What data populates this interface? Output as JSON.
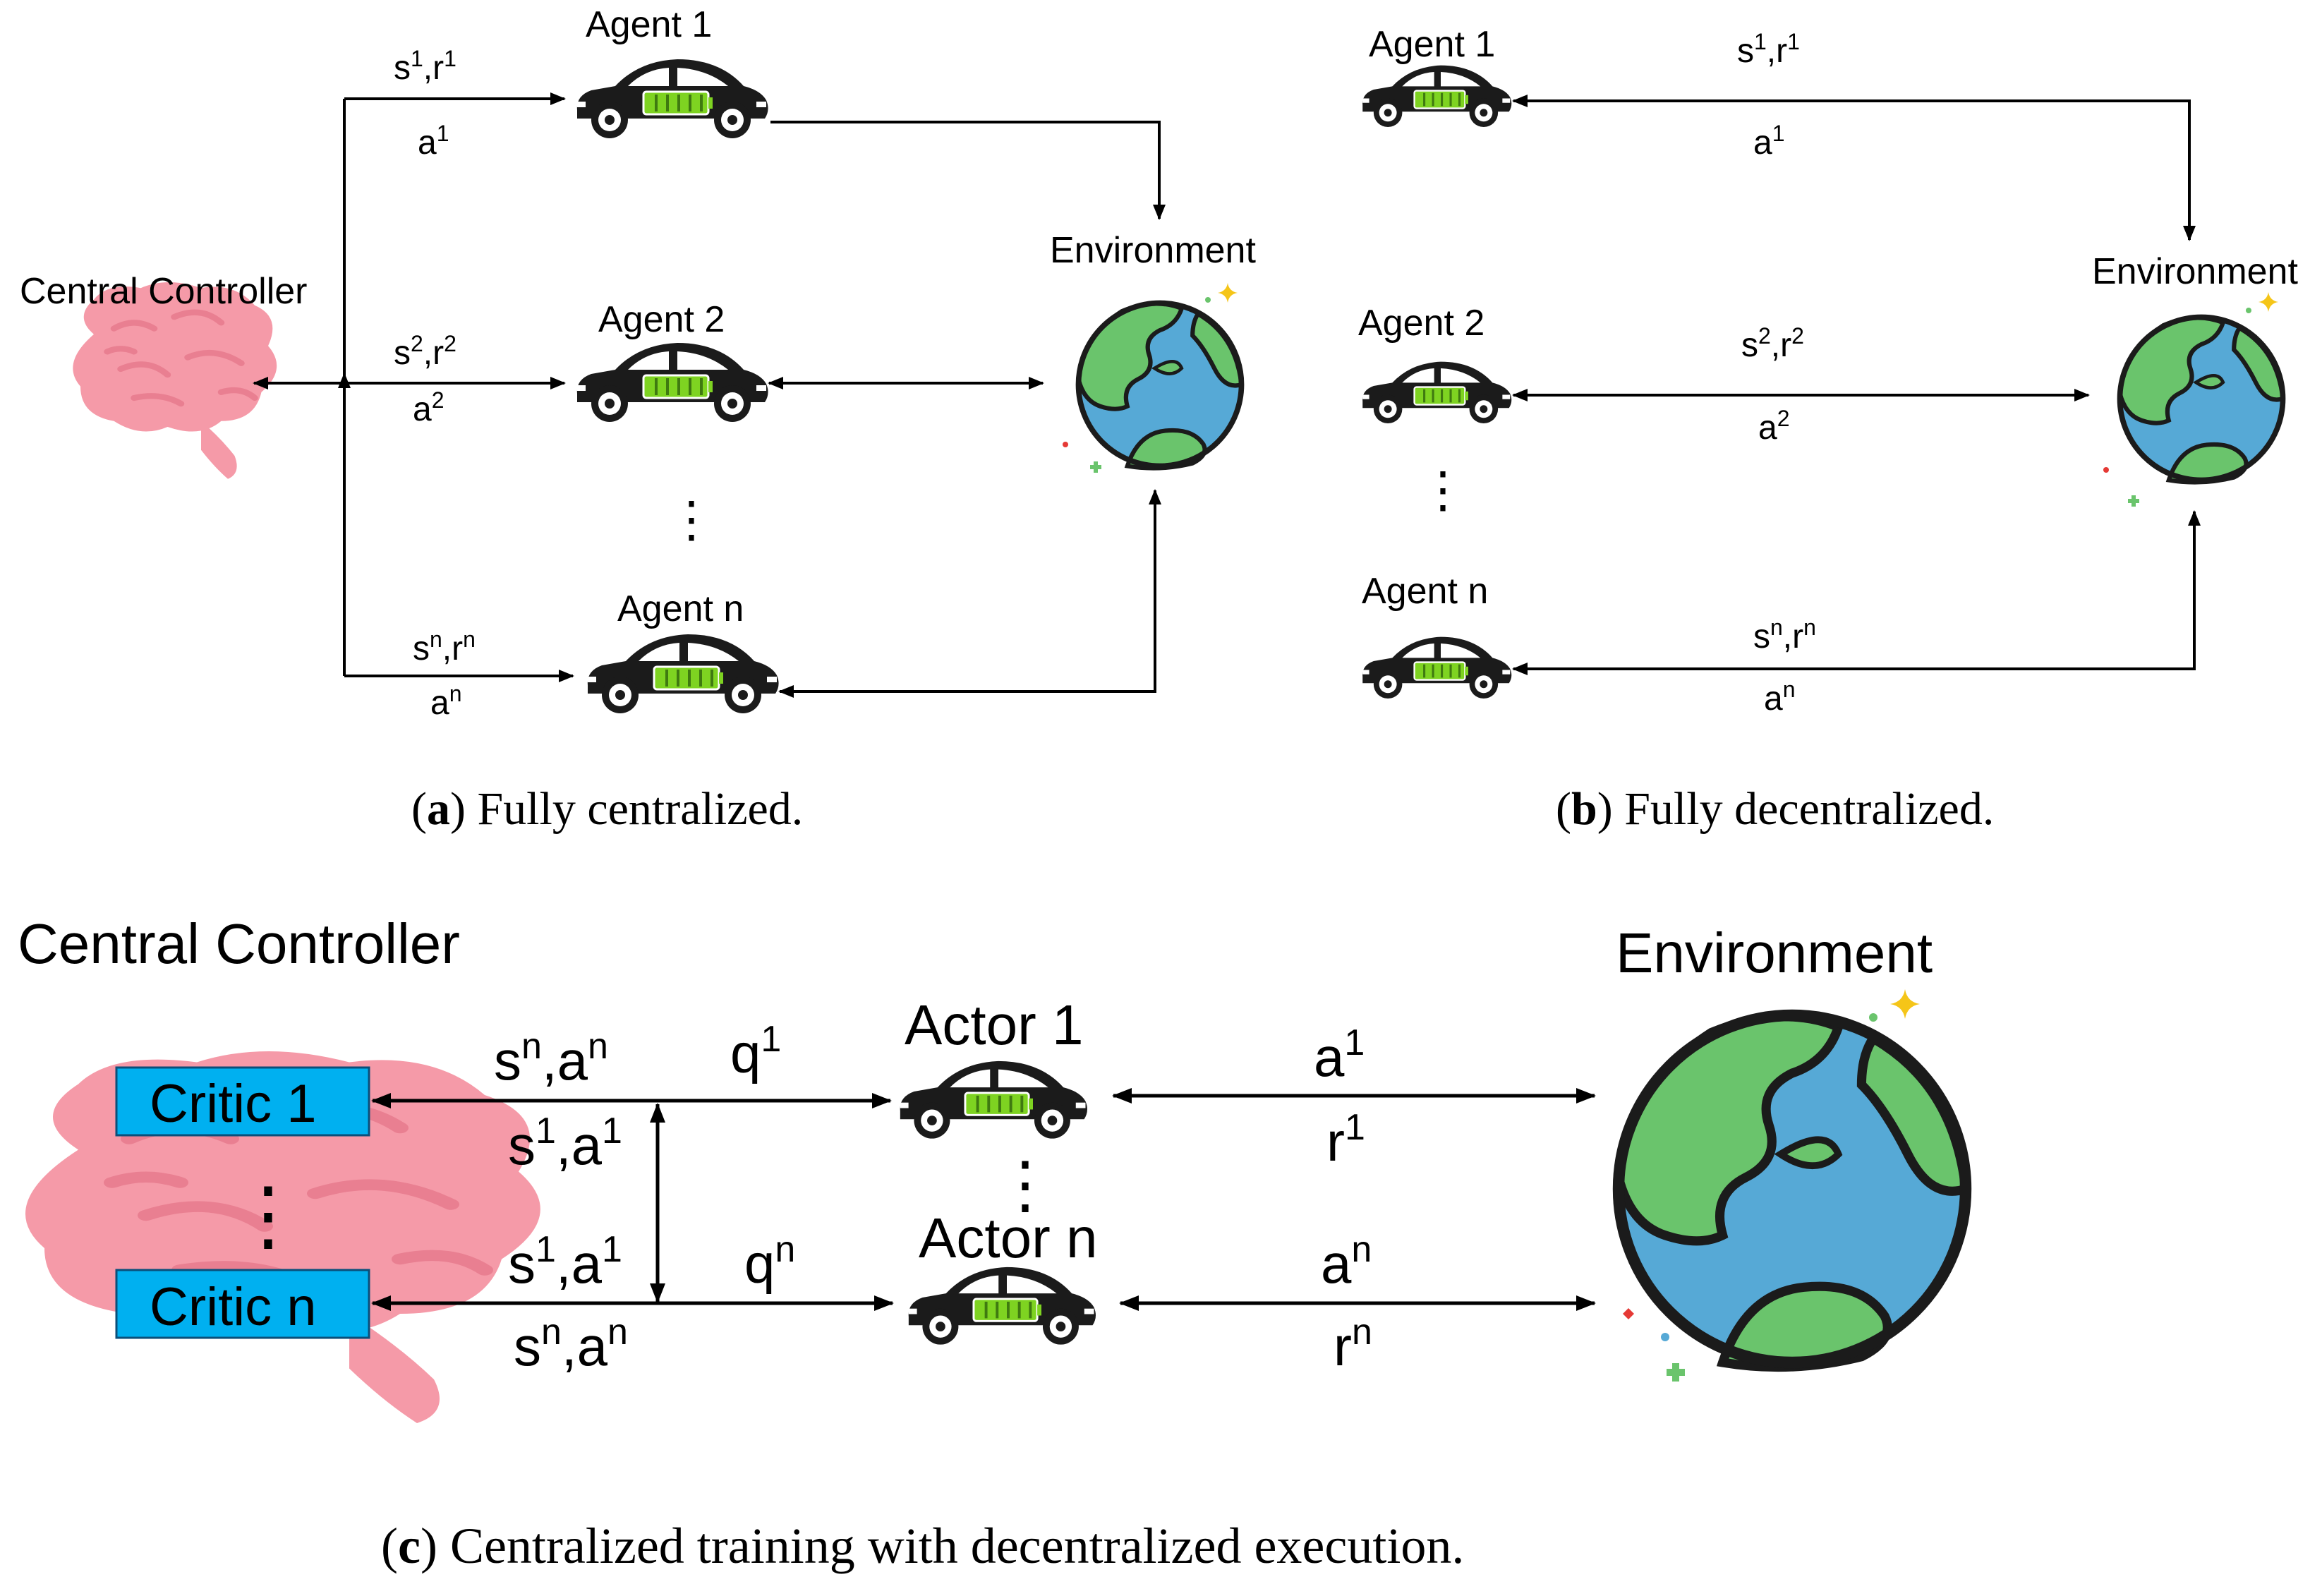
{
  "panel_a": {
    "controller_label": "Central Controller",
    "environment_label": "Environment",
    "agent1_label": "Agent 1",
    "agent2_label": "Agent 2",
    "agentn_label": "Agent n",
    "obs1_s": "s",
    "obs1_s_sup": "1",
    "obs1_r": ",r",
    "obs1_r_sup": "1",
    "act1": "a",
    "act1_sup": "1",
    "obs2_s": "s",
    "obs2_s_sup": "2",
    "obs2_r": ",r",
    "obs2_r_sup": "2",
    "act2": "a",
    "act2_sup": "2",
    "obsn_s": "s",
    "obsn_s_sup": "n",
    "obsn_r": ",r",
    "obsn_r_sup": "n",
    "actn": "a",
    "actn_sup": "n",
    "ellipsis": "⋮",
    "caption_letter": "a",
    "caption_text": "Fully centralized."
  },
  "panel_b": {
    "environment_label": "Environment",
    "agent1_label": "Agent 1",
    "agent2_label": "Agent 2",
    "agentn_label": "Agent n",
    "obs1_s": "s",
    "obs1_s_sup": "1",
    "obs1_r": ",r",
    "obs1_r_sup": "1",
    "act1": "a",
    "act1_sup": "1",
    "obs2_s": "s",
    "obs2_s_sup": "2",
    "obs2_r": ",r",
    "obs2_r_sup": "2",
    "act2": "a",
    "act2_sup": "2",
    "obsn_s": "s",
    "obsn_s_sup": "n",
    "obsn_r": ",r",
    "obsn_r_sup": "n",
    "actn": "a",
    "actn_sup": "n",
    "ellipsis": "⋮",
    "caption_letter": "b",
    "caption_text": "Fully decentralized."
  },
  "panel_c": {
    "controller_label": "Central Controller",
    "environment_label": "Environment",
    "critic1_label": "Critic 1",
    "criticn_label": "Critic n",
    "actor1_label": "Actor 1",
    "actorn_label": "Actor n",
    "top_left_s": "s",
    "top_left_s_sup": "n",
    "top_left_a": ",a",
    "top_left_a_sup": "n",
    "top_left2_s": "s",
    "top_left2_s_sup": "1",
    "top_left2_a": ",a",
    "top_left2_a_sup": "1",
    "bot_left_s": "s",
    "bot_left_s_sup": "1",
    "bot_left_a": ",a",
    "bot_left_a_sup": "1",
    "bot_left2_s": "s",
    "bot_left2_s_sup": "n",
    "bot_left2_a": ",a",
    "bot_left2_a_sup": "n",
    "q1": "q",
    "q1_sup": "1",
    "qn": "q",
    "qn_sup": "n",
    "a1": "a",
    "a1_sup": "1",
    "r1": "r",
    "r1_sup": "1",
    "an": "a",
    "an_sup": "n",
    "rn": "r",
    "rn_sup": "n",
    "ellipsis": "⋮",
    "caption_letter": "c",
    "caption_text": "Centralized training with decentralized execution."
  },
  "colors": {
    "brain": "#f59aa8",
    "brain_dark": "#e97f91",
    "critic_box": "#00b0f0",
    "earth_water": "#56a9d6",
    "earth_land": "#6ac46c",
    "car_body": "#1b1b1b",
    "battery": "#7ed321"
  },
  "icons": [
    "brain-icon",
    "car-icon",
    "earth-icon",
    "sparkle-icon"
  ]
}
